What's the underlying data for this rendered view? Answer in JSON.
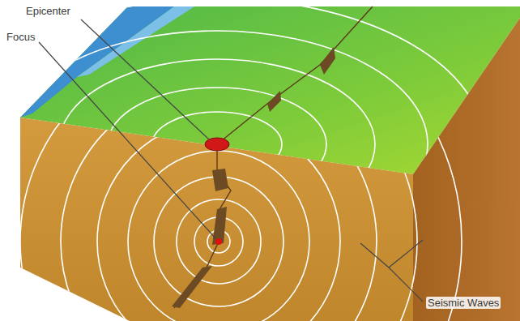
{
  "diagram": {
    "labels": [
      "Epicenter",
      "Focus",
      "Seismic Waves"
    ]
  }
}
